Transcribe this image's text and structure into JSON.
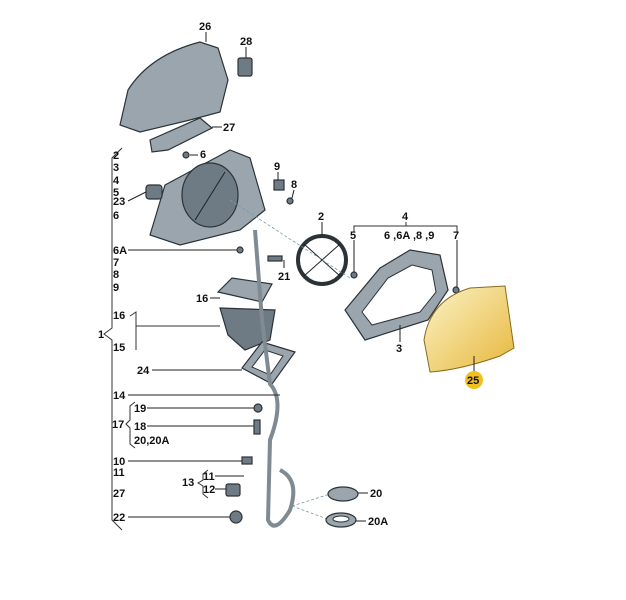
{
  "diagram": {
    "title_parts": {
      "p26": "26",
      "p28": "28",
      "p27_top": "27",
      "p6_top": "6",
      "p9": "9",
      "p8": "8",
      "p2": "2",
      "p4": "4",
      "p5": "5",
      "p4_sub": "6 ,6A ,8 ,9",
      "p7": "7",
      "p21": "21",
      "p16": "16",
      "p3": "3",
      "p25": "25",
      "p20": "20",
      "p20A": "20A",
      "p13": "13",
      "p11_b": "11",
      "p12": "12",
      "p24": "24",
      "p19": "19",
      "p18": "18",
      "p17": "17",
      "p20_20A": "20,20A"
    },
    "left_column": [
      "2",
      "3",
      "4",
      "5",
      "23",
      "6",
      "6A",
      "7",
      "8",
      "9",
      "16",
      "15",
      "14",
      "10",
      "11",
      "27",
      "22"
    ],
    "group_label_1": "1",
    "highlight_color": "#f0c020"
  }
}
